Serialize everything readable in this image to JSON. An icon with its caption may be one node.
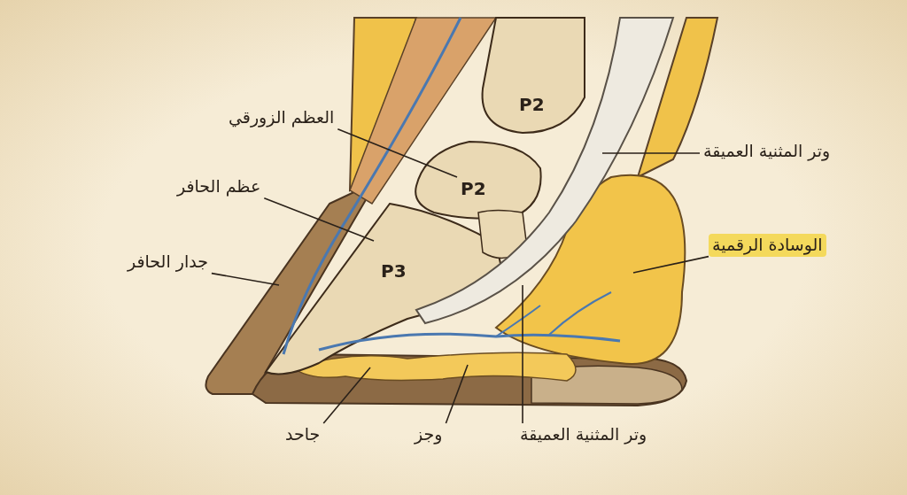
{
  "diagram": {
    "nodes": [
      {
        "text": [
          "العظم الزورقي"
        ]
      },
      {
        "text": [
          "وتر المثنية العميقة"
        ]
      },
      {
        "text": [
          "عظم الحافر"
        ]
      },
      {
        "text": [
          "الوسادة الرقمية"
        ]
      },
      {
        "text": [
          "جدار الحافر"
        ]
      },
      {
        "text": [
          "جاحد"
        ]
      },
      {
        "text": [
          "وجز"
        ]
      },
      {
        "text": [
          "وتر المثنية العميقة"
        ]
      },
      {
        "text": [
          "P2"
        ]
      }
    ],
    "edges": [
      {
        "from": 0,
        "to": 8,
        "arrow": "none"
      },
      {
        "from": 1,
        "to": null,
        "arrow": "none"
      },
      {
        "from": 2,
        "to": null,
        "arrow": "none"
      },
      {
        "from": 3,
        "to": null,
        "arrow": "none"
      },
      {
        "from": 4,
        "to": null,
        "arrow": "none"
      },
      {
        "from": 5,
        "to": null,
        "arrow": "none"
      },
      {
        "from": 6,
        "to": null,
        "arrow": "none"
      },
      {
        "from": 7,
        "to": null,
        "arrow": "none"
      }
    ],
    "labels": [
      "P2",
      "P3"
    ]
  }
}
